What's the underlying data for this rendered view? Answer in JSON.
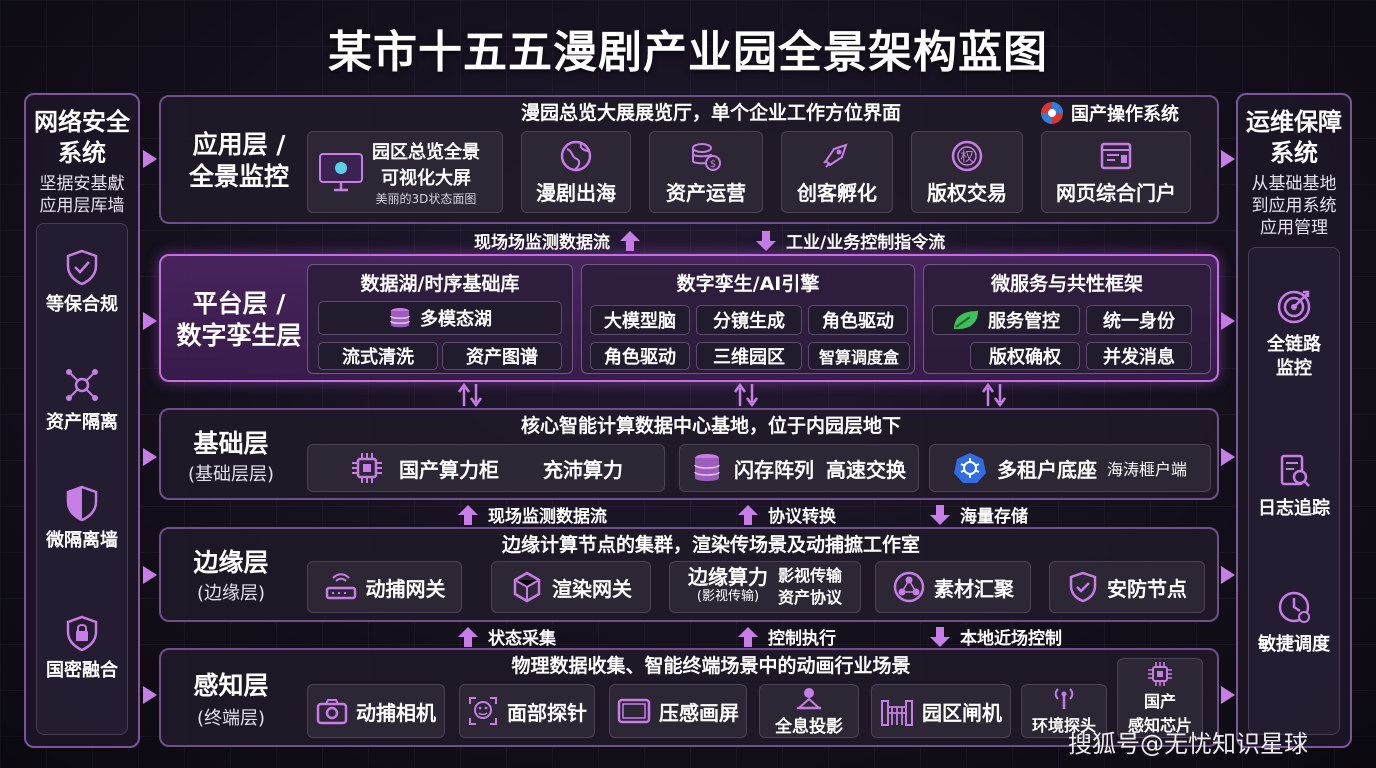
{
  "title": "某市十五五漫剧产业园全景架构蓝图",
  "watermark": "搜狐号@无忧知识星球",
  "colors": {
    "accent": "#b45ad8",
    "border": "#7a5796",
    "background": "#14101c"
  },
  "left_panel": {
    "title_line1": "网络安全",
    "title_line2": "系统",
    "sub_line1": "坚据安基獻",
    "sub_line2": "应用层厍墙",
    "items": [
      {
        "label": "等保合规",
        "icon": "shield-check-icon"
      },
      {
        "label": "资产隔离",
        "icon": "network-nodes-icon"
      },
      {
        "label": "微隔离墙",
        "icon": "half-shield-icon"
      },
      {
        "label": "国密融合",
        "icon": "shield-lock-icon"
      }
    ]
  },
  "right_panel": {
    "title_line1": "运维保障",
    "title_line2": "系统",
    "sub_line1": "从基础基地",
    "sub_line2": "到应用系统",
    "sub_line3": "应用管理",
    "items": [
      {
        "label_line1": "全链路",
        "label_line2": "监控",
        "icon": "target-icon"
      },
      {
        "label_line1": "日志追踪",
        "label_line2": "",
        "icon": "log-search-icon"
      },
      {
        "label_line1": "敏捷调度",
        "label_line2": "",
        "icon": "clock-gear-icon"
      }
    ]
  },
  "app_layer": {
    "name_line1": "应用层 /",
    "name_line2": "全景监控",
    "header": "漫园总览大展展览厅，单个企业工作方位界面",
    "badge": "国产操作系统",
    "screen_card": {
      "line1": "园区总览全景",
      "line2": "可视化大屏",
      "line3": "美丽的3D状态面图"
    },
    "cards": [
      {
        "label": "漫剧出海",
        "icon": "globe-icon"
      },
      {
        "label": "资产运营",
        "icon": "coins-icon"
      },
      {
        "label": "创客孵化",
        "icon": "rocket-icon"
      },
      {
        "label": "版权交易",
        "icon": "copyright-icon"
      },
      {
        "label": "网页综合门户",
        "icon": "web-portal-icon"
      }
    ]
  },
  "flow_1": {
    "up": "现场场监测数据流",
    "down": "工业/业务控制指令流"
  },
  "platform_layer": {
    "name_line1": "平台层 /",
    "name_line2": "数字孪生层",
    "panel_data": {
      "title": "数据湖/时序基础库",
      "main": "多模态湖",
      "items": [
        "流式清洗",
        "资产图谱"
      ]
    },
    "panel_twin": {
      "title": "数字孪生/AI引擎",
      "items": [
        "大模型脑",
        "分镜生成",
        "角色驱动",
        "角色驱动",
        "三维园区",
        "智算调度盒"
      ]
    },
    "panel_micro": {
      "title": "微服务与共性框架",
      "items": [
        "服务管控",
        "统一身份",
        "版权确权",
        "并发消息"
      ]
    }
  },
  "base_layer": {
    "name": "基础层",
    "sub": "(基础层层)",
    "header": "核心智能计算数据中心基地，位于内园层地下",
    "cards": [
      {
        "label": "国产算力柜",
        "extra": "充沛算力",
        "icon": "chip-icon"
      },
      {
        "label": "闪存阵列",
        "extra": "高速交换",
        "icon": "database-icon"
      },
      {
        "label": "多租户底座",
        "extra": "海涛榧户端",
        "icon": "kubernetes-icon"
      }
    ]
  },
  "flow_2": {
    "a": "现场监测数据流",
    "b": "协议转换",
    "c": "海量存储"
  },
  "edge_layer": {
    "name": "边缘层",
    "sub": "(边缘层)",
    "header": "边缘计算节点的集群，渲染传场景及动捕摭工作室",
    "cards": [
      {
        "label": "动捕网关",
        "icon": "router-icon"
      },
      {
        "label": "渲染网关",
        "icon": "render-box-icon"
      },
      {
        "label": "边缘算力",
        "label_sub": "(影视传输)",
        "extra1": "影视传输",
        "extra2": "资产协议"
      },
      {
        "label": "素材汇聚",
        "icon": "share-nodes-icon"
      },
      {
        "label": "安防节点",
        "icon": "shield-check-icon"
      }
    ]
  },
  "flow_3": {
    "a": "状态采集",
    "b": "控制执行",
    "c": "本地近场控制"
  },
  "sense_layer": {
    "name": "感知层",
    "sub": "(终端层)",
    "header": "物理数据收集、智能终端场景中的动画行业场景",
    "cards": [
      {
        "label": "动捕相机",
        "icon": "camera-icon"
      },
      {
        "label": "面部探针",
        "icon": "face-scan-icon"
      },
      {
        "label": "压感画屏",
        "icon": "tablet-icon"
      },
      {
        "label": "全息投影",
        "icon": "hologram-icon"
      },
      {
        "label": "园区闸机",
        "icon": "gate-icon"
      },
      {
        "label": "环境探头",
        "icon": "antenna-icon"
      },
      {
        "label_line1": "国产",
        "label_line2": "感知芯片",
        "icon": "chip-icon"
      }
    ]
  }
}
